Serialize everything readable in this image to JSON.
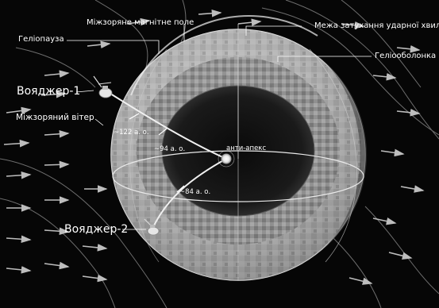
{
  "labels": {
    "magnetic_field": "Міжзоряне магнітне поле",
    "heliopause": "Геліопауза",
    "termination_shock": "Межа затухання ударної хвилі",
    "heliosheath": "Геліооболонка",
    "voyager1": "Вояджер-1",
    "voyager2": "Вояджер-2",
    "interstellar_wind": "Міжзоряний вітер",
    "dist_122": "~122 а. о.",
    "dist_94": "~94 а. о.",
    "dist_84": "~84 а. о.",
    "anti_apex": "анти-апекс"
  },
  "colors": {
    "background": "#060606",
    "label_text": "#ffffff",
    "wind_arrows": "#b9b9b9",
    "field_lines": "#7a7a7a",
    "heliosphere_outer": "#bdbdbd",
    "heliosheath_inner": "#9a9a9a",
    "core": "#0d0d0d",
    "trajectory": "#f0f0f0"
  },
  "icons": [
    "voyager-1-spacecraft-icon",
    "voyager-2-spacecraft-icon",
    "sun-icon"
  ]
}
